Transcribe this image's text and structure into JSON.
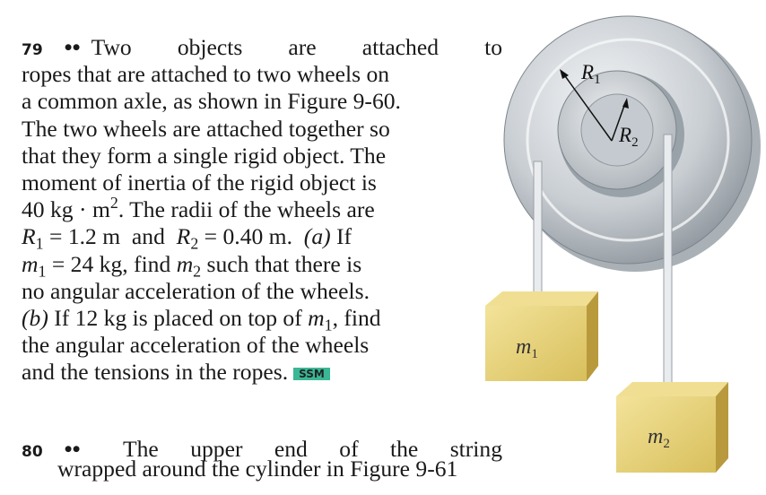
{
  "problem79": {
    "number": "79",
    "dots": "••",
    "lines": [
      "Two objects are attached to",
      "ropes that are attached to two wheels on",
      "a common axle, as shown in Figure 9-60.",
      "The two wheels are attached together so",
      "that they form a single rigid object. The",
      "moment of inertia of the rigid object is"
    ],
    "inertia_value": "40 kg",
    "inertia_dot": "·",
    "inertia_unit": "m",
    "inertia_exp": "2",
    "inertia_rest": ". The radii of the wheels are",
    "r1_sym": "R",
    "r1_sub": "1",
    "r1_val": " = 1.2 m  and  ",
    "r2_sym": "R",
    "r2_sub": "2",
    "r2_val": " = 0.40 m.",
    "part_a": "(a)",
    "if_word": " If",
    "m1_sym": "m",
    "m1_sub": "1",
    "m1_val": " = 24 kg, find ",
    "m2_sym": "m",
    "m2_sub": "2",
    "m2_rest": " such that there is",
    "line_noang": "no angular acceleration of the wheels.",
    "part_b": "(b)",
    "b_text": " If 12 kg is placed on top of ",
    "b_m": "m",
    "b_sub": "1",
    "b_end": ", find",
    "line_angacc": "the angular acceleration of the wheels",
    "line_tensions": "and the tensions in the ropes.",
    "badge": "SSM"
  },
  "problem80": {
    "number": "80",
    "dots": "••",
    "text_words": [
      "The",
      "upper",
      "end",
      "of",
      "the",
      "string"
    ],
    "cut_line": "wrapped around the cylinder in Figure 9-61"
  },
  "figure": {
    "label_R1": "R",
    "label_R1_sub": "1",
    "label_R2": "R",
    "label_R2_sub": "2",
    "label_m1": "m",
    "label_m1_sub": "1",
    "label_m2": "m",
    "label_m2_sub": "2",
    "colors": {
      "wheel": "#c9ced3",
      "wheel_dark": "#8f979e",
      "box": "#e6d27a",
      "box_side": "#b89a3d",
      "badge": "#3ab795"
    }
  }
}
